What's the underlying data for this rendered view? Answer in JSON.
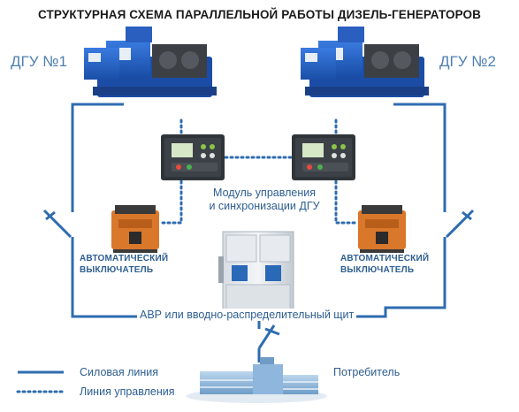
{
  "diagram": {
    "title": "СТРУКТУРНАЯ СХЕМА ПАРАЛЛЕЛЬНОЙ РАБОТЫ ДИЗЕЛЬ-ГЕНЕРАТОРОВ",
    "generator_left": "ДГУ №1",
    "generator_right": "ДГУ №2",
    "controller_label_line1": "Модуль управления",
    "controller_label_line2": "и синхронизации ДГУ",
    "breaker_left_line1": "АВТОМАТИЧЕСКИЙ",
    "breaker_left_line2": "ВЫКЛЮЧАТЕЛЬ",
    "breaker_right_line1": "АВТОМАТИЧЕСКИЙ",
    "breaker_right_line2": "ВЫКЛЮЧАТЕЛЬ",
    "switchboard_label": "АВР или вводно-распределительный щит",
    "consumer_label": "Потребитель"
  },
  "legend": {
    "power_line": "Силовая линия",
    "control_line": "Линия управления"
  },
  "colors": {
    "line": "#2e6cb0",
    "label": "#2d5e91",
    "generator_blue": "#1f5fc4",
    "breaker_orange": "#d9772b",
    "controller_dark": "#2f3438"
  }
}
